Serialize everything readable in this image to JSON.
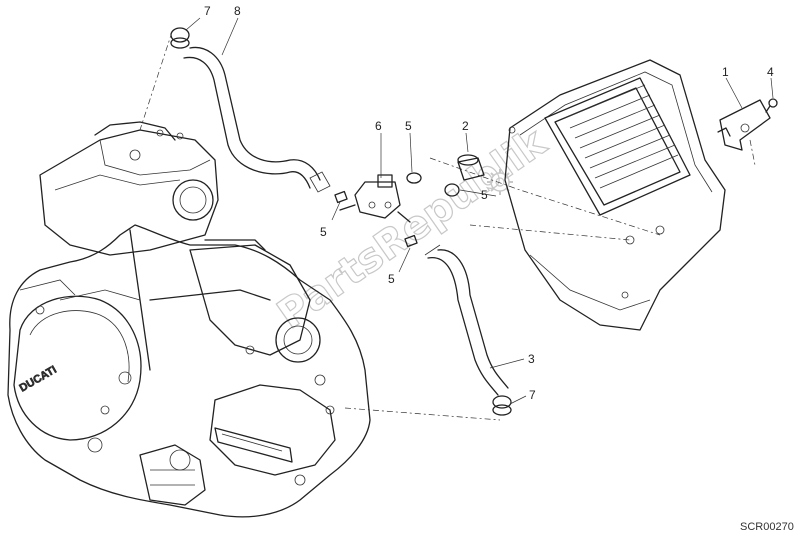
{
  "diagram": {
    "callouts": {
      "c1": "1",
      "c2": "2",
      "c3": "3",
      "c4": "4",
      "c5a": "5",
      "c5b": "5",
      "c5c": "5",
      "c5d": "5",
      "c6": "6",
      "c7a": "7",
      "c7b": "7",
      "c8": "8"
    },
    "reference_code": "SCR00270",
    "engine_label": "DUCATI",
    "watermark": "PartsRepublik"
  }
}
